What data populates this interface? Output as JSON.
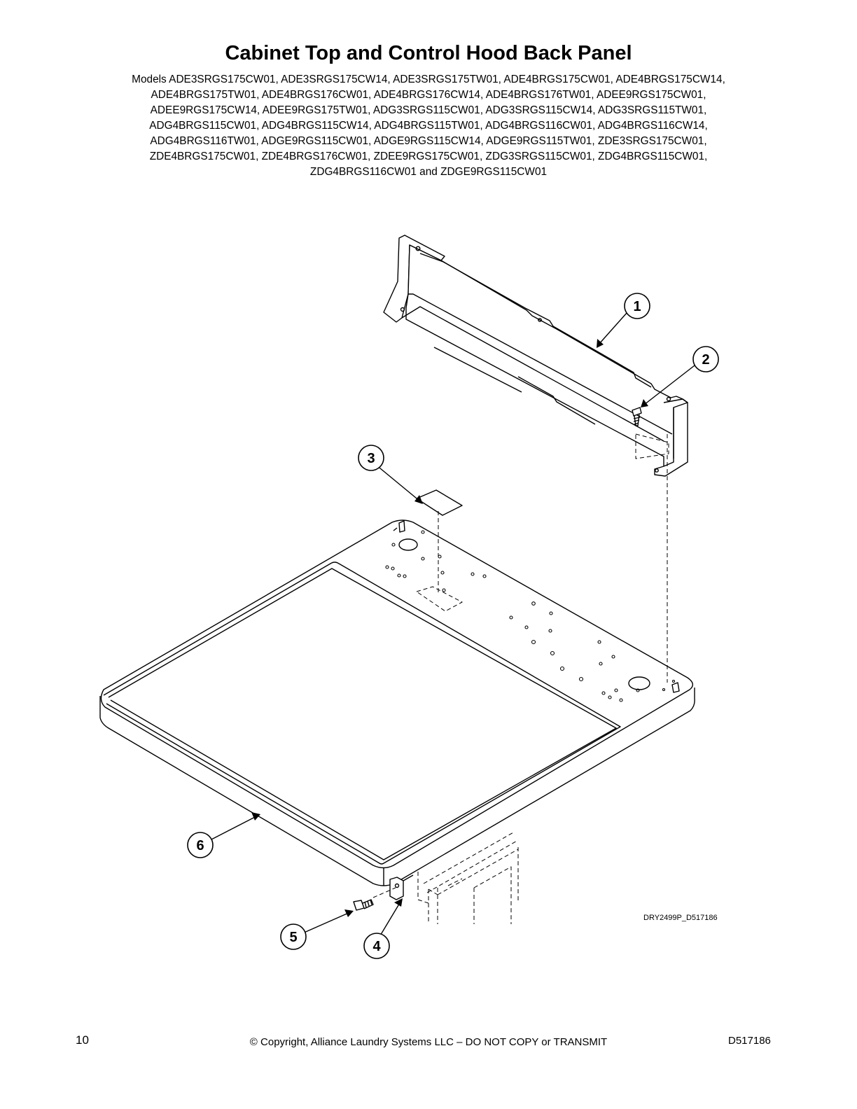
{
  "title": "Cabinet Top and Control Hood Back Panel",
  "models_lines": [
    "Models ADE3SRGS175CW01, ADE3SRGS175CW14, ADE3SRGS175TW01, ADE4BRGS175CW01, ADE4BRGS175CW14,",
    "ADE4BRGS175TW01, ADE4BRGS176CW01, ADE4BRGS176CW14, ADE4BRGS176TW01, ADEE9RGS175CW01,",
    "ADEE9RGS175CW14, ADEE9RGS175TW01, ADG3SRGS115CW01, ADG3SRGS115CW14, ADG3SRGS115TW01,",
    "ADG4BRGS115CW01, ADG4BRGS115CW14, ADG4BRGS115TW01, ADG4BRGS116CW01, ADG4BRGS116CW14,",
    "ADG4BRGS116TW01, ADGE9RGS115CW01, ADGE9RGS115CW14, ADGE9RGS115TW01, ZDE3SRGS175CW01,",
    "ZDE4BRGS175CW01, ZDE4BRGS176CW01, ZDEE9RGS175CW01, ZDG3SRGS115CW01, ZDG4BRGS115CW01,",
    "ZDG4BRGS116CW01 and ZDGE9RGS115CW01"
  ],
  "callouts": [
    "1",
    "2",
    "3",
    "4",
    "5",
    "6"
  ],
  "drawing_id": "DRY2499P_D517186",
  "footer": {
    "page_number": "10",
    "copyright": "© Copyright, Alliance Laundry Systems LLC – DO NOT COPY or TRANSMIT",
    "doc_number": "D517186"
  }
}
